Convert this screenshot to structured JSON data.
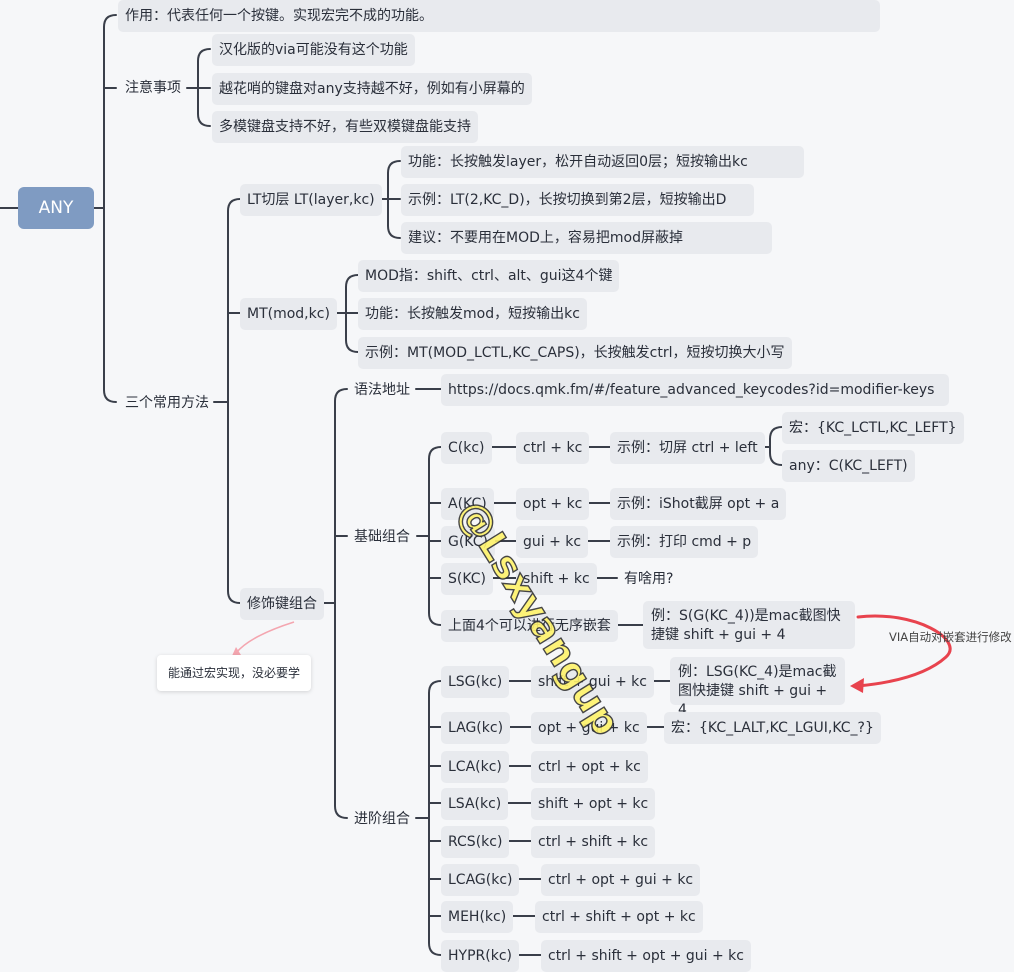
{
  "root": "ANY",
  "n": {
    "usage": "作用：代表任何一个按键。实现宏完不成的功能。",
    "notes": "注意事项",
    "note1": "汉化版的via可能没有这个功能",
    "note2": "越花哨的键盘对any支持越不好，例如有小屏幕的",
    "note3": "多模键盘支持不好，有些双模键盘能支持",
    "methods": "三个常用方法",
    "lt": "LT切层 LT(layer,kc)",
    "lt1": "功能：长按触发layer，松开自动返回0层；短按输出kc",
    "lt2": "示例：LT(2,KC_D)，长按切换到第2层，短按输出D",
    "lt3": "建议：不要用在MOD上，容易把mod屏蔽掉",
    "mt": "MT(mod,kc)",
    "mt1": "MOD指：shift、ctrl、alt、gui这4个键",
    "mt2": "功能：长按触发mod，短按输出kc",
    "mt3": "示例：MT(MOD_LCTL,KC_CAPS)，长按触发ctrl，短按切换大小写",
    "modcombo": "修饰键组合",
    "syntax": "语法地址",
    "url": "https://docs.qmk.fm/#/feature_advanced_keycodes?id=modifier-keys",
    "basic": "基础组合",
    "c": "C(kc)",
    "c1": "ctrl + kc",
    "c2": "示例：切屏 ctrl + left",
    "c3": "宏：{KC_LCTL,KC_LEFT}",
    "c4": "any：C(KC_LEFT)",
    "a": "A(KC)",
    "a1": "opt + kc",
    "a2": "示例：iShot截屏 opt + a",
    "g": "G(KC)",
    "g1": "gui + kc",
    "g2": "示例：打印 cmd + p",
    "s": "S(KC)",
    "s1": "shift + kc",
    "s2": "有啥用?",
    "nest": "上面4个可以进行无序嵌套",
    "nest1": "例：S(G(KC_4))是mac截图快捷键 shift + gui + 4",
    "adv": "进阶组合",
    "lsg": "LSG(kc)",
    "lsg1": "shift + gui + kc",
    "lsg2": "例：LSG(KC_4)是mac截图快捷键 shift + gui + 4",
    "lag": "LAG(kc)",
    "lag1": "opt + gui + kc",
    "lag2": "宏：{KC_LALT,KC_LGUI,KC_?}",
    "lca": "LCA(kc)",
    "lca1": "ctrl + opt + kc",
    "lsa": "LSA(kc)",
    "lsa1": "shift + opt + kc",
    "rcs": "RCS(kc)",
    "rcs1": "ctrl + shift + kc",
    "lcag": "LCAG(kc)",
    "lcag1": "ctrl + opt + gui + kc",
    "meh": "MEH(kc)",
    "meh1": "ctrl + shift + opt + kc",
    "hypr": "HYPR(kc)",
    "hypr1": "ctrl + shift + opt + gui + kc"
  },
  "callout": "能通过宏实现，没必要学",
  "annotation": "VIA自动对嵌套进行修改",
  "watermark": "@Lsxyangup",
  "colors": {
    "line": "#3a3f4a",
    "node": "#e8eaee",
    "root": "#7f9bc2",
    "arrow": "#e8434e",
    "pink": "#f4a6b0"
  }
}
